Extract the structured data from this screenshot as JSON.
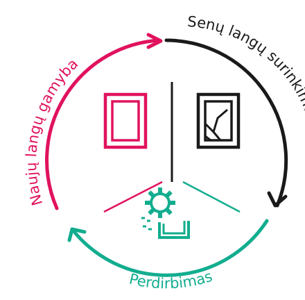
{
  "colors": {
    "production": "#e0125e",
    "collection": "#1a1a1a",
    "recycling": "#12ad8f"
  },
  "stages": {
    "production": {
      "label": "Naujų langų gamyba",
      "icon": "new-window-icon"
    },
    "collection": {
      "label": "Senų langų surinkimas",
      "icon": "broken-window-icon"
    },
    "recycling": {
      "label": "Perdirbimas",
      "icon": "recycling-gear-icon"
    }
  }
}
